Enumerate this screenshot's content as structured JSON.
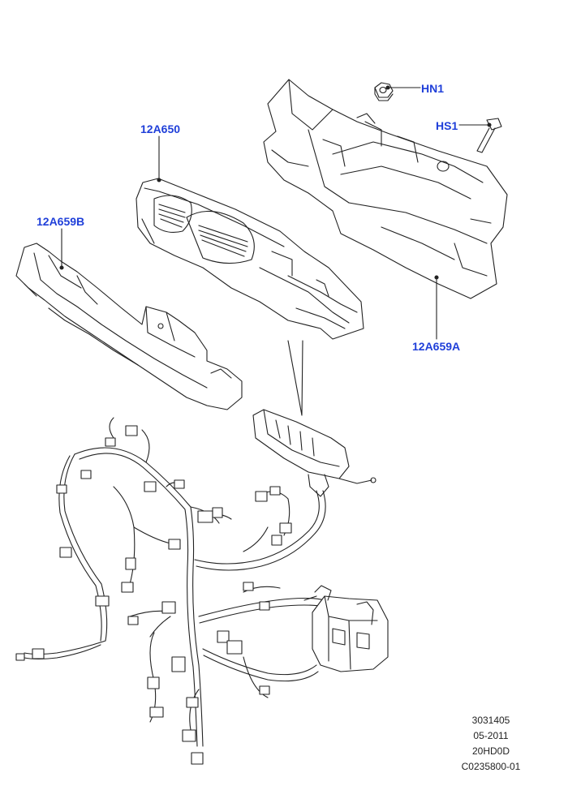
{
  "callouts": {
    "hn1": "HN1",
    "hs1": "HS1",
    "p12a650": "12A650",
    "p12a659b": "12A659B",
    "p12a659a": "12A659A"
  },
  "reference": {
    "line1": "3031405",
    "line2": "05-2011",
    "line3": "20HD0D",
    "line4": "C0235800-01"
  },
  "colors": {
    "callout": "#1f3fd9",
    "linework": "#222222"
  }
}
